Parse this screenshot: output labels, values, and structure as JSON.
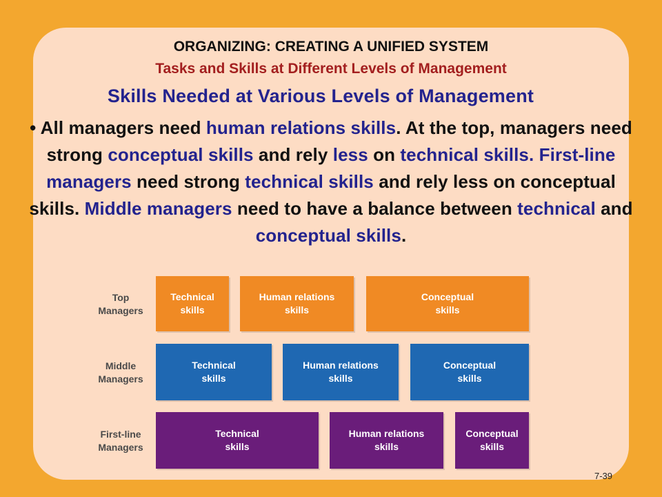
{
  "slide": {
    "heading": "ORGANIZING: CREATING A UNIFIED SYSTEM",
    "subheading": "Tasks and Skills at Different Levels of Management",
    "section_title": "Skills Needed at Various Levels of Management",
    "body": {
      "s1": "• All managers need ",
      "h1": "human relations skills",
      "s2": ". At the top, managers need strong ",
      "h2": "conceptual skills",
      "s3": " and rely ",
      "h3": "less",
      "s4": " on ",
      "h4": "technical skills. First-line managers",
      "s5": " need strong ",
      "h5": "technical skills",
      "s6": " and rely less on conceptual skills. ",
      "h6": "Middle managers",
      "s7": " need to have a balance between ",
      "h7": "technical",
      "s8": " and ",
      "h8": "conceptual skills",
      "s9": "."
    },
    "slide_number": "7-39"
  },
  "colors": {
    "top": "#F08A24",
    "middle": "#1F68B2",
    "first_line": "#6A1D7A"
  },
  "skills_diagram": {
    "rows": [
      {
        "label": "Top\nManagers",
        "boxes": [
          "Technical\nskills",
          "Human relations\nskills",
          "Conceptual\nskills"
        ]
      },
      {
        "label": "Middle\nManagers",
        "boxes": [
          "Technical\nskills",
          "Human relations\nskills",
          "Conceptual\nskills"
        ]
      },
      {
        "label": "First-line\nManagers",
        "boxes": [
          "Technical\nskills",
          "Human relations\nskills",
          "Conceptual\nskills"
        ]
      }
    ]
  }
}
